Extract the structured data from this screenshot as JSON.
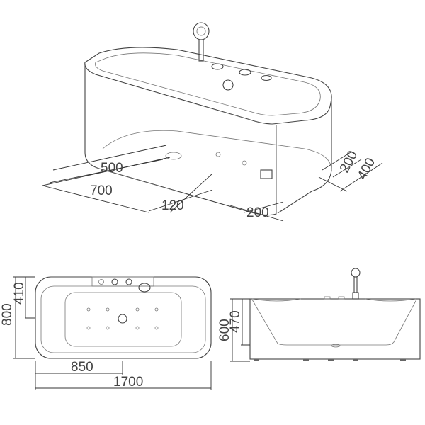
{
  "iso_view": {
    "dims": {
      "d500": "500",
      "d700": "700",
      "d120": "120",
      "d200a": "200",
      "d200b": "200",
      "d400": "400"
    }
  },
  "top_view": {
    "dims": {
      "d410": "410",
      "d800": "800",
      "d850": "850",
      "d1700": "1700"
    }
  },
  "side_view": {
    "dims": {
      "d600": "600",
      "d470": "470"
    }
  },
  "colors": {
    "line": "#444444",
    "background": "#ffffff"
  }
}
